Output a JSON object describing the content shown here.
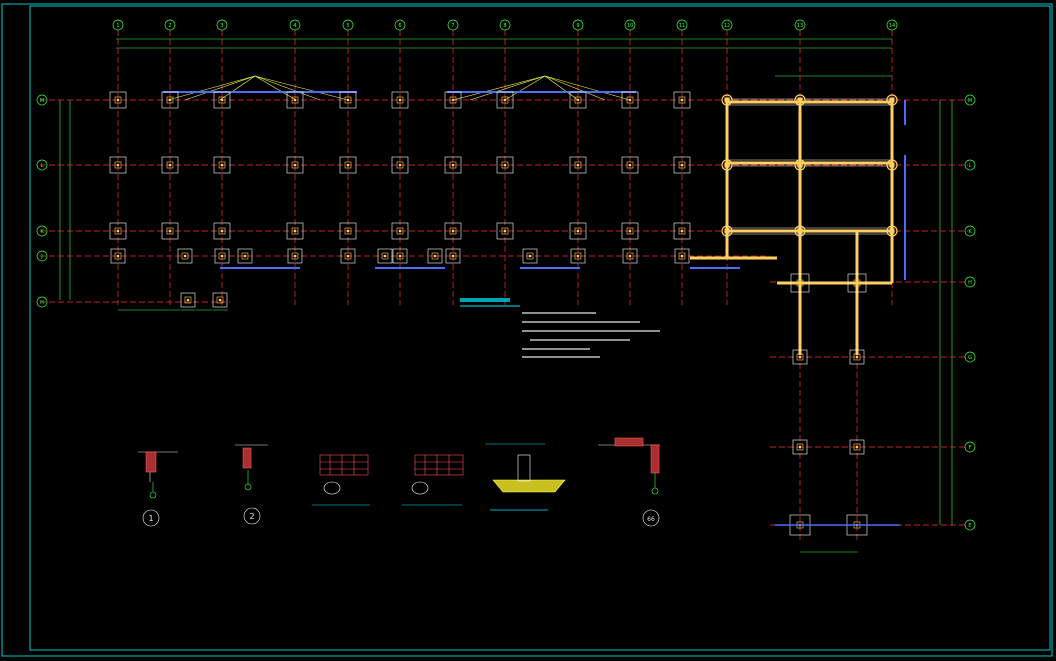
{
  "title": "",
  "colors": {
    "background": "#000000",
    "frame": "#00c8c8",
    "axis_grid": "#ff3030",
    "axis_bubble": "#3dff3d",
    "dimension": "#3dff3d",
    "column": "#ffffff",
    "beam": "#ffd060",
    "rebar": "#ffff40",
    "note_heading": "#00e5ff",
    "detail_blue": "#4a6cff"
  },
  "grid": {
    "columns": [
      "1",
      "2",
      "3",
      "4",
      "5",
      "6",
      "7",
      "8",
      "9",
      "10",
      "11",
      "12",
      "13",
      "14",
      "15"
    ],
    "rows": [
      "M",
      "L",
      "K",
      "J",
      "H",
      "G",
      "F",
      "E"
    ]
  },
  "details": [
    {
      "label": "1"
    },
    {
      "label": "2"
    },
    {
      "label": "66"
    }
  ]
}
